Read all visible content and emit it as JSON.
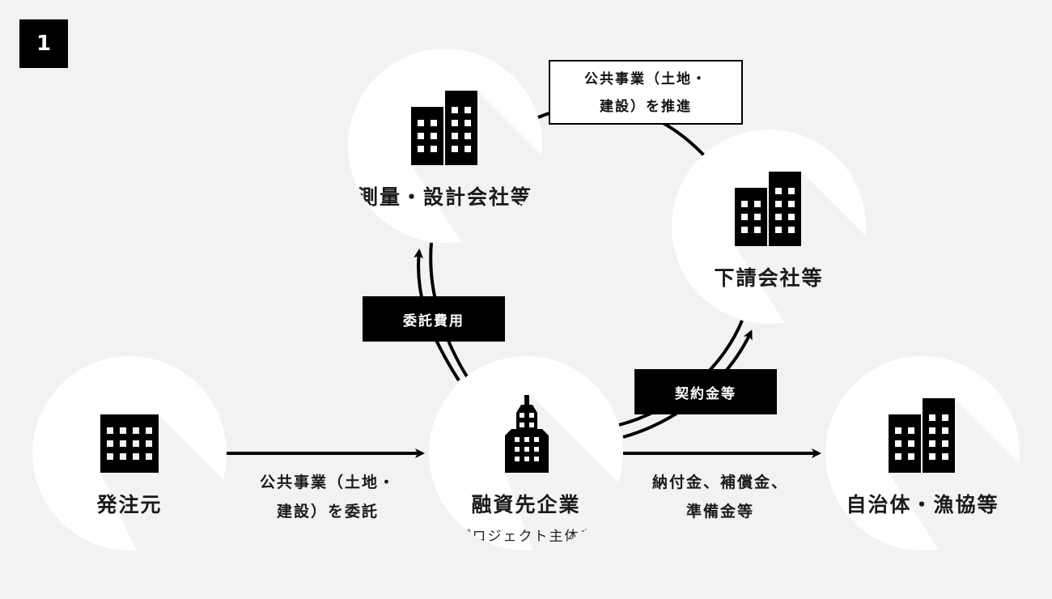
{
  "step_badge": "1",
  "nodes": {
    "orderer": {
      "label": "発注元",
      "icon": "office-building-icon"
    },
    "borrower": {
      "label": "融資先企業",
      "sublabel": "（プロジェクト主体者）",
      "icon": "skyscraper-icon"
    },
    "survey": {
      "label": "測量・設計会社等",
      "icon": "twin-buildings-icon"
    },
    "subcontractor": {
      "label": "下請会社等",
      "icon": "twin-buildings-icon"
    },
    "municipality": {
      "label": "自治体・漁協等",
      "icon": "twin-buildings-icon"
    }
  },
  "flows": {
    "commission": {
      "line1": "公共事業（土地・",
      "line2": "建設）を委託"
    },
    "payments": {
      "line1": "納付金、補償金、",
      "line2": "準備金等"
    },
    "promote": {
      "line1": "公共事業（土地・",
      "line2": "建設）を推進"
    },
    "consign_fee": "委託費用",
    "contract_fee": "契約金等"
  },
  "colors": {
    "background": "#f2f2f2",
    "node": "#ffffff",
    "ink": "#000000"
  }
}
